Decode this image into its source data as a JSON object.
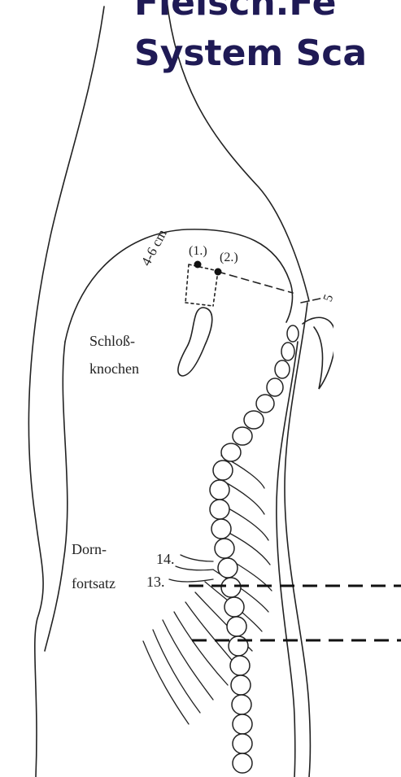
{
  "title": {
    "line1": "Fleisch.Fe",
    "line2": "System Sca"
  },
  "labels": {
    "distance": "4-6 cm",
    "point1": "(1.)",
    "point2": "(2.)",
    "cut_mark": "5",
    "hip_bone_l1": "Schloß-",
    "hip_bone_l2": "knochen",
    "spinous_l1": "Dorn-",
    "spinous_l2": "fortsatz",
    "rib14": "14.",
    "rib13": "13."
  },
  "colors": {
    "title": "#1f1a55",
    "ink": "#222222"
  }
}
